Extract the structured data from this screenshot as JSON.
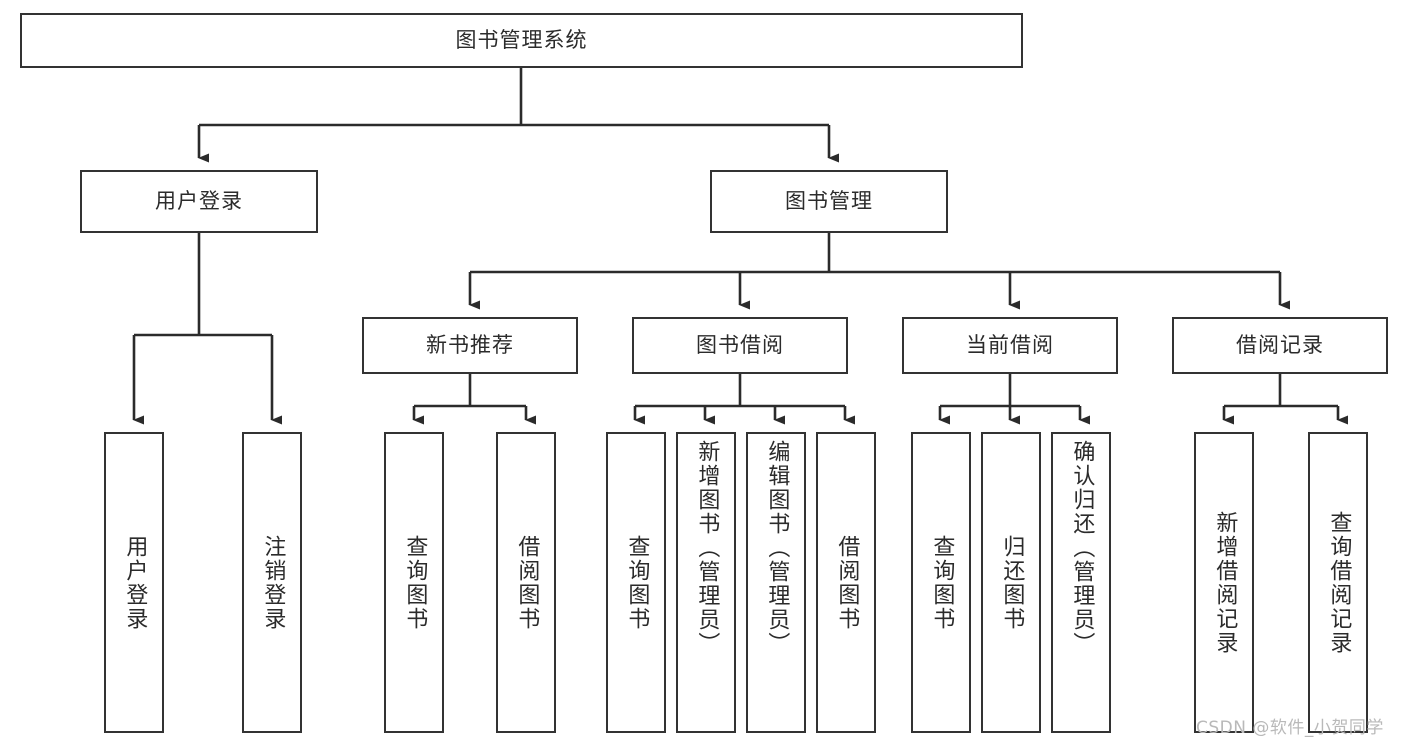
{
  "diagram": {
    "type": "tree-hierarchy-chart",
    "title": "图书管理系统",
    "orientation": "top-down",
    "colors": {
      "node_border": "#333333",
      "node_fill": "#ffffff",
      "connector": "#2b2b2b",
      "text": "#2b2b2b",
      "watermark": "#b9b9b9",
      "background": "#ffffff"
    },
    "root": {
      "label": "图书管理系统"
    },
    "level2": [
      {
        "id": "user-login",
        "label": "用户登录"
      },
      {
        "id": "book-management",
        "label": "图书管理"
      }
    ],
    "level3": [
      {
        "id": "new-book-recommend",
        "label": "新书推荐",
        "parent": "book-management"
      },
      {
        "id": "book-borrow",
        "label": "图书借阅",
        "parent": "book-management"
      },
      {
        "id": "current-borrow",
        "label": "当前借阅",
        "parent": "book-management"
      },
      {
        "id": "borrow-record",
        "label": "借阅记录",
        "parent": "book-management"
      }
    ],
    "leaves": {
      "user_login": [
        {
          "id": "leaf-user-login",
          "label": "用户登录"
        },
        {
          "id": "leaf-user-logout",
          "label": "注销登录"
        }
      ],
      "new_book_recommend": [
        {
          "id": "leaf-query-book-1",
          "label": "查询图书"
        },
        {
          "id": "leaf-borrow-book-1",
          "label": "借阅图书"
        }
      ],
      "book_borrow": [
        {
          "id": "leaf-query-book-2",
          "label": "查询图书"
        },
        {
          "id": "leaf-add-book",
          "label": "新增图书（管理员）"
        },
        {
          "id": "leaf-edit-book",
          "label": "编辑图书（管理员）"
        },
        {
          "id": "leaf-borrow-book-2",
          "label": "借阅图书"
        }
      ],
      "current_borrow": [
        {
          "id": "leaf-query-book-3",
          "label": "查询图书"
        },
        {
          "id": "leaf-return-book",
          "label": "归还图书"
        },
        {
          "id": "leaf-confirm-return",
          "label": "确认归还（管理员）"
        }
      ],
      "borrow_record": [
        {
          "id": "leaf-add-record",
          "label": "新增借阅记录"
        },
        {
          "id": "leaf-query-record",
          "label": "查询借阅记录"
        }
      ]
    }
  },
  "watermark": {
    "text": "CSDN @软件_小贺同学"
  }
}
